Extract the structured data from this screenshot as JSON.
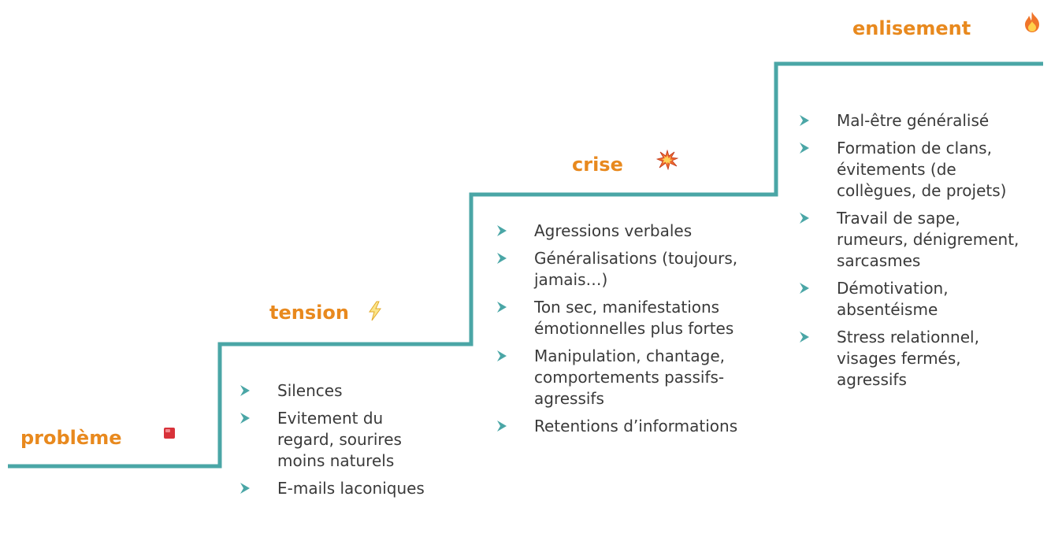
{
  "colors": {
    "stair_line": "#4aa6a6",
    "title": "#e8891e",
    "bullet_text": "#3a3a3a",
    "bullet_arrow": "#4aa6a6"
  },
  "stages": [
    {
      "title": "problème",
      "icon": "red-square-icon",
      "items": []
    },
    {
      "title": "tension",
      "icon": "lightning-icon",
      "items": [
        "Silences",
        "Evitement du regard, sourires moins naturels",
        "E-mails laconiques"
      ]
    },
    {
      "title": "crise",
      "icon": "explosion-icon",
      "items": [
        "Agressions verbales",
        "Généralisations (toujours, jamais…)",
        "Ton sec, manifestations émotionnelles plus fortes",
        "Manipulation, chantage, comportements passifs-agressifs",
        "Retentions d’informations"
      ]
    },
    {
      "title": "enlisement",
      "icon": "fire-icon",
      "items": [
        "Mal-être généralisé",
        "Formation de clans, évitements (de collègues, de projets)",
        "Travail de sape, rumeurs, dénigrement, sarcasmes",
        "Démotivation, absentéisme",
        "Stress relationnel, visages fermés, agressifs"
      ]
    }
  ]
}
